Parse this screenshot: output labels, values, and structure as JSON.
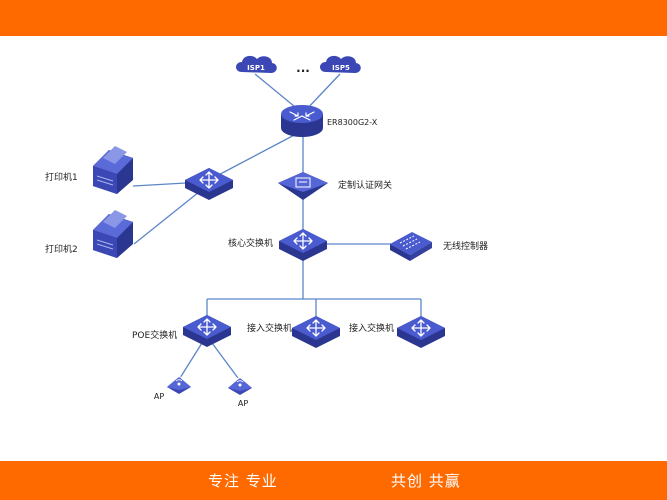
{
  "header": {},
  "footer": {
    "left": "专注 专业",
    "right": "共创 共赢"
  },
  "colors": {
    "accent": "#ff6a00",
    "device": "#3a47b5",
    "link": "#5b86c9"
  },
  "diagram": {
    "isp1": "ISP1",
    "ellipsis": "...",
    "isp5": "ISP5",
    "router": "ER8300G2-X",
    "printer1": "打印机1",
    "printer2": "打印机2",
    "gateway": "定制认证网关",
    "core_switch": "核心交换机",
    "wireless_controller": "无线控制器",
    "poe_switch": "POE交换机",
    "access_switch_1": "接入交换机",
    "access_switch_2": "接入交换机",
    "ap1": "AP",
    "ap2": "AP"
  }
}
